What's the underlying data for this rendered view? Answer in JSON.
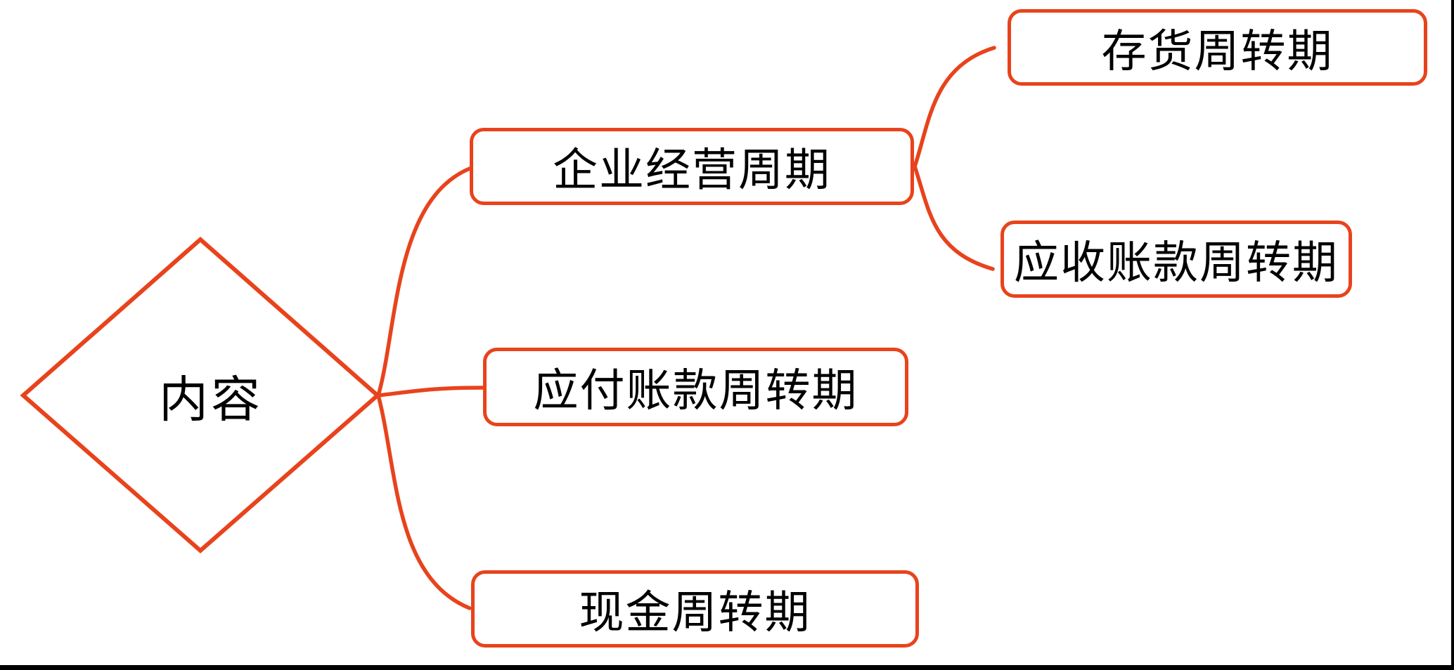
{
  "colors": {
    "accent": "#E8431C",
    "text": "#000000",
    "canvas": "#FFFFFF",
    "frame": "#000000"
  },
  "mindmap": {
    "root": {
      "label": "内容",
      "shape": "diamond"
    },
    "branches": [
      {
        "label": "企业经营周期",
        "children": [
          {
            "label": "存货周转期"
          },
          {
            "label": "应收账款周转期"
          }
        ]
      },
      {
        "label": "应付账款周转期",
        "children": []
      },
      {
        "label": "现金周转期",
        "children": []
      }
    ]
  }
}
